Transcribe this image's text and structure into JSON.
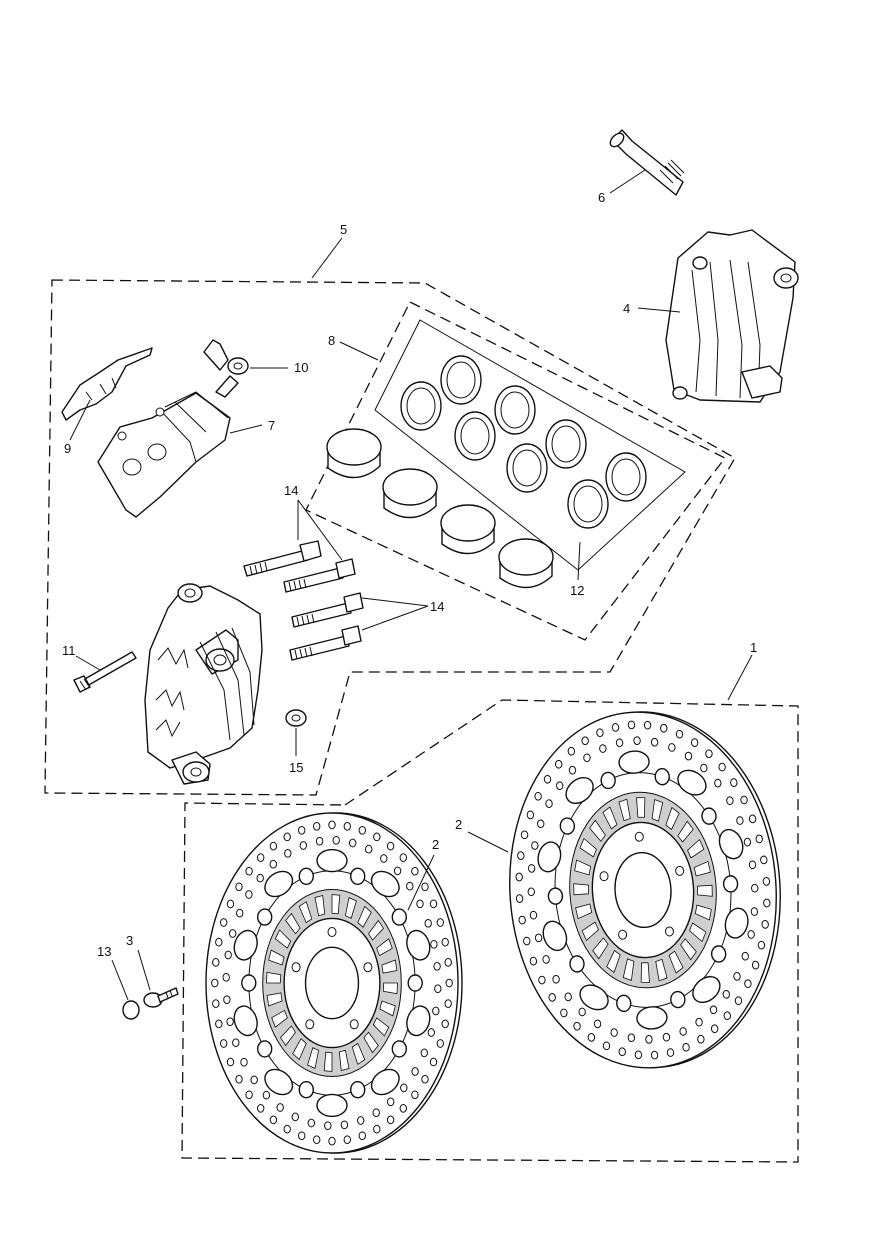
{
  "callouts": {
    "c1": "1",
    "c2a": "2",
    "c2b": "2",
    "c3": "3",
    "c4": "4",
    "c5": "5",
    "c6": "6",
    "c7": "7",
    "c8": "8",
    "c9": "9",
    "c10": "10",
    "c11": "11",
    "c12": "12",
    "c13": "13",
    "c14a": "14",
    "c14b": "14",
    "c15": "15"
  },
  "colors": {
    "line": "#111111",
    "background": "#ffffff",
    "shade": "#cfcfcf"
  }
}
